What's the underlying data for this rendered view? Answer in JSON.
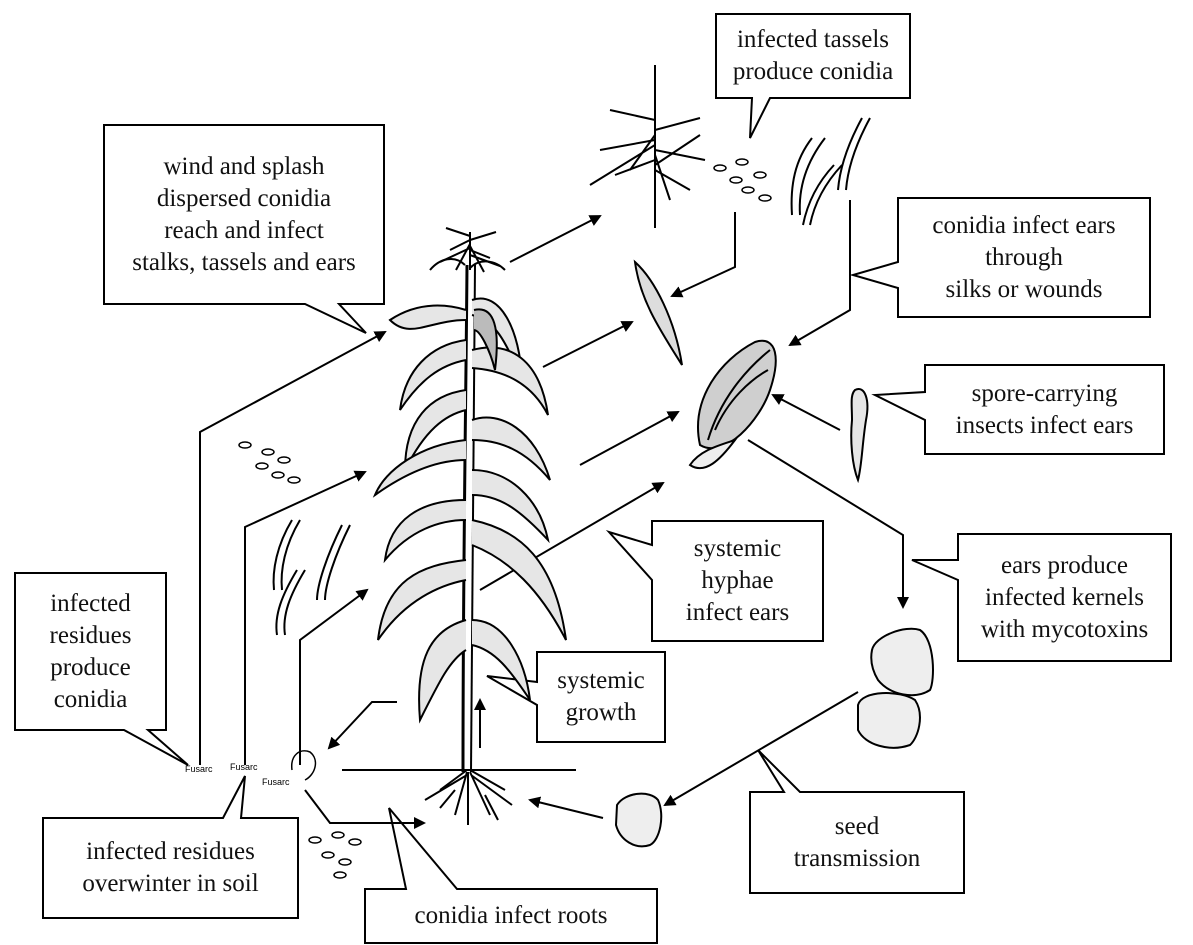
{
  "labels": {
    "wind_splash": [
      "wind and splash",
      "dispersed conidia",
      "reach and infect",
      "stalks, tassels and ears"
    ],
    "infected_tassels": [
      "infected tassels",
      "produce conidia"
    ],
    "conidia_ears": [
      "conidia infect ears",
      "through",
      "silks or wounds"
    ],
    "spore_insects": [
      "spore-carrying",
      "insects infect ears"
    ],
    "ears_produce": [
      "ears produce",
      "infected kernels",
      "with mycotoxins"
    ],
    "systemic_hyphae": [
      "systemic",
      "hyphae",
      "infect ears"
    ],
    "systemic_growth": [
      "systemic",
      "growth"
    ],
    "infected_residues_produce": [
      "infected",
      "residues",
      "produce",
      "conidia"
    ],
    "residues_overwinter": [
      "infected residues",
      "overwinter in soil"
    ],
    "seed_transmission": [
      "seed",
      "transmission"
    ],
    "conidia_roots": [
      "conidia infect roots"
    ]
  },
  "residue_text": "Fusarc"
}
